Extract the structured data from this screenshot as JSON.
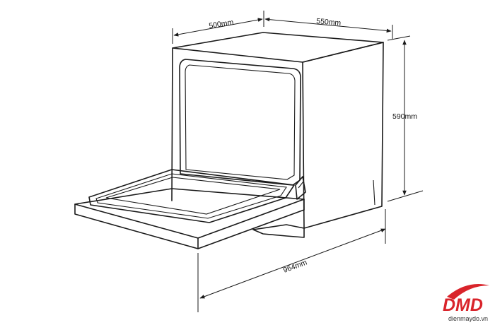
{
  "dimensions": {
    "depth": "500mm",
    "width": "550mm",
    "height": "590mm",
    "door_open_depth": "964mm"
  },
  "logo": {
    "brand": "DMD",
    "site": "dienmaydo.vn",
    "colors": {
      "red": "#d9242b",
      "dark": "#1f1f1f"
    }
  },
  "colors": {
    "stroke": "#1a1a1a",
    "background": "#ffffff"
  }
}
